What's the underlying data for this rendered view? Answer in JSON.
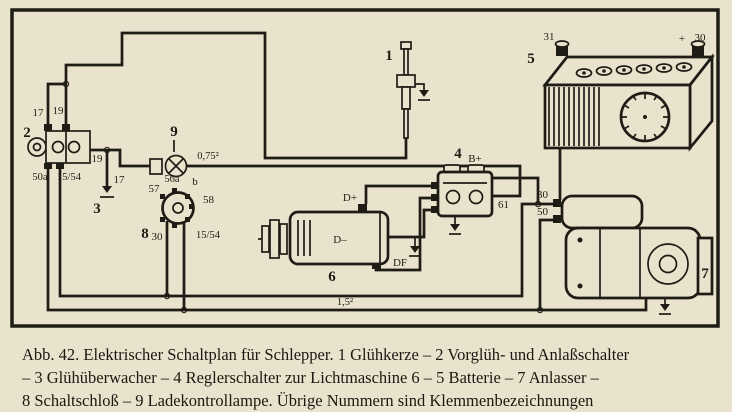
{
  "colors": {
    "paper": "#e9e2cc",
    "ink": "#1e1c15"
  },
  "labels": {
    "n1": "1",
    "n2": "2",
    "n3": "3",
    "n4": "4",
    "n5": "5",
    "n6": "6",
    "n7": "7",
    "n8": "8",
    "n9": "9",
    "t17a": "17",
    "t19a": "19",
    "t19b": "19",
    "t50a": "50a",
    "t1554a": "15/54",
    "t17b": "17",
    "w075": "0,75²",
    "t57": "57",
    "t56a": "56a",
    "tb": "b",
    "t58": "58",
    "t30a": "30",
    "t1554b": "15/54",
    "gen_dplus": "D+",
    "gen_dminus": "D–",
    "gen_df": "DF",
    "reg_bplus": "B+",
    "reg_61": "61",
    "bat_31": "31",
    "bat_plus": "+",
    "bat_30": "30",
    "st_30": "30",
    "st_50": "50",
    "w15": "1,5²"
  },
  "caption": {
    "line1": "Abb. 42. Elektrischer Schaltplan für Schlepper. 1 Glühkerze – 2 Vorglüh- und Anlaßschalter",
    "line2": "– 3 Glühüberwacher – 4 Reglerschalter zur Lichtmaschine 6 – 5 Batterie – 7 Anlasser –",
    "line3": "8 Schaltschloß – 9 Ladekontrollampe. Übrige Nummern sind Klemmenbezeichnungen"
  }
}
